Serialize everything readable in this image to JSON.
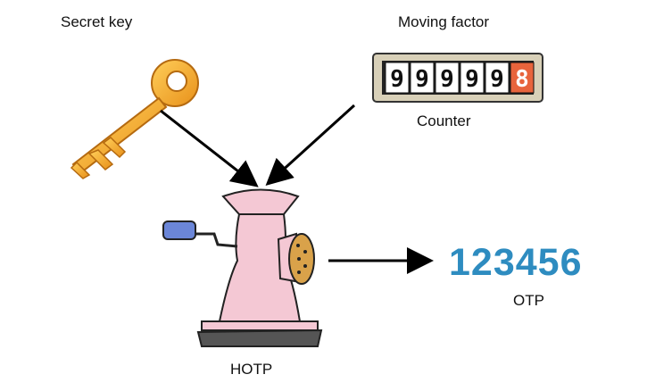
{
  "labels": {
    "secret_key": "Secret key",
    "moving_factor": "Moving factor",
    "counter": "Counter",
    "hotp": "HOTP",
    "otp": "OTP"
  },
  "otp_value": "123456",
  "counter_digits": [
    "9",
    "9",
    "9",
    "9",
    "9",
    "8"
  ],
  "icons": {
    "key": "key-icon",
    "counter": "odometer-counter-icon",
    "hotp": "meat-grinder-icon"
  },
  "colors": {
    "otp_text": "#2e8cc0",
    "key": "#f5a623",
    "grinder_body": "#f4c8d4",
    "counter_last_digit": "#e8643c"
  }
}
